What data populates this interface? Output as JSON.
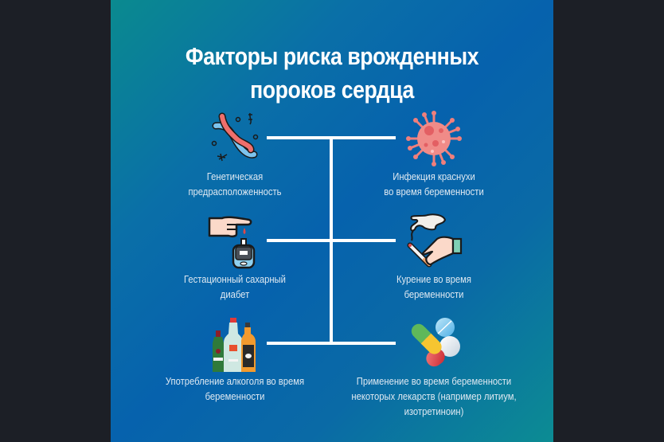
{
  "title": {
    "line1": "Факторы риска врожденных",
    "line2": "пороков сердца"
  },
  "colors": {
    "background_teal": "#0a8a8f",
    "background_blue": "#0662ad",
    "connector": "#ffffff",
    "label_text": "#dfe9f2"
  },
  "factors": [
    {
      "side": "left",
      "icon": "dna-icon",
      "lines": [
        "Генетическая",
        "предрасположенность"
      ]
    },
    {
      "side": "right",
      "icon": "virus-icon",
      "lines": [
        "Инфекция краснухи",
        "во время беременности"
      ]
    },
    {
      "side": "left",
      "icon": "glucometer-icon",
      "lines": [
        "Гестационный сахарный",
        "диабет"
      ]
    },
    {
      "side": "right",
      "icon": "smoking-hand-icon",
      "lines": [
        "Курение во время",
        "беременности"
      ]
    },
    {
      "side": "left",
      "icon": "alcohol-bottles-icon",
      "lines": [
        "Употребление алкоголя во время",
        "беременности"
      ]
    },
    {
      "side": "right",
      "icon": "pills-icon",
      "lines": [
        "Применение во время беременности",
        "некоторых лекарств (например литиум,",
        "изотретиноин)"
      ]
    }
  ]
}
